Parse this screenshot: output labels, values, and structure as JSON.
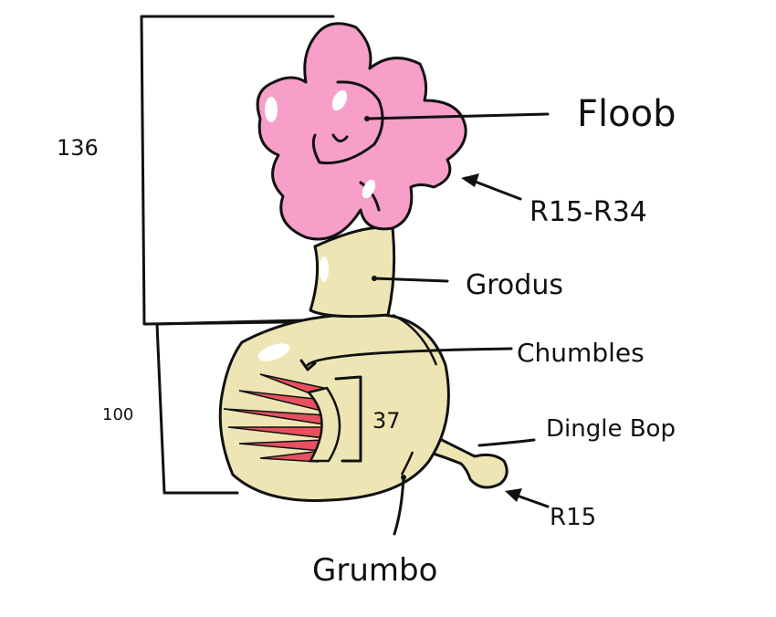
{
  "labels": {
    "floob": "Floob",
    "r15_r34": "R15-R34",
    "grodus": "Grodus",
    "chumbles": "Chumbles",
    "dingle_bop": "Dingle Bop",
    "r15": "R15",
    "grumbo": "Grumbo",
    "dim_136": "136",
    "dim_100": "100",
    "dim_37": "37"
  },
  "colors": {
    "floob_pink": "#f79ec9",
    "body_cream": "#ede6b4",
    "chumbles_red": "#e8505f",
    "ink": "#111111"
  }
}
